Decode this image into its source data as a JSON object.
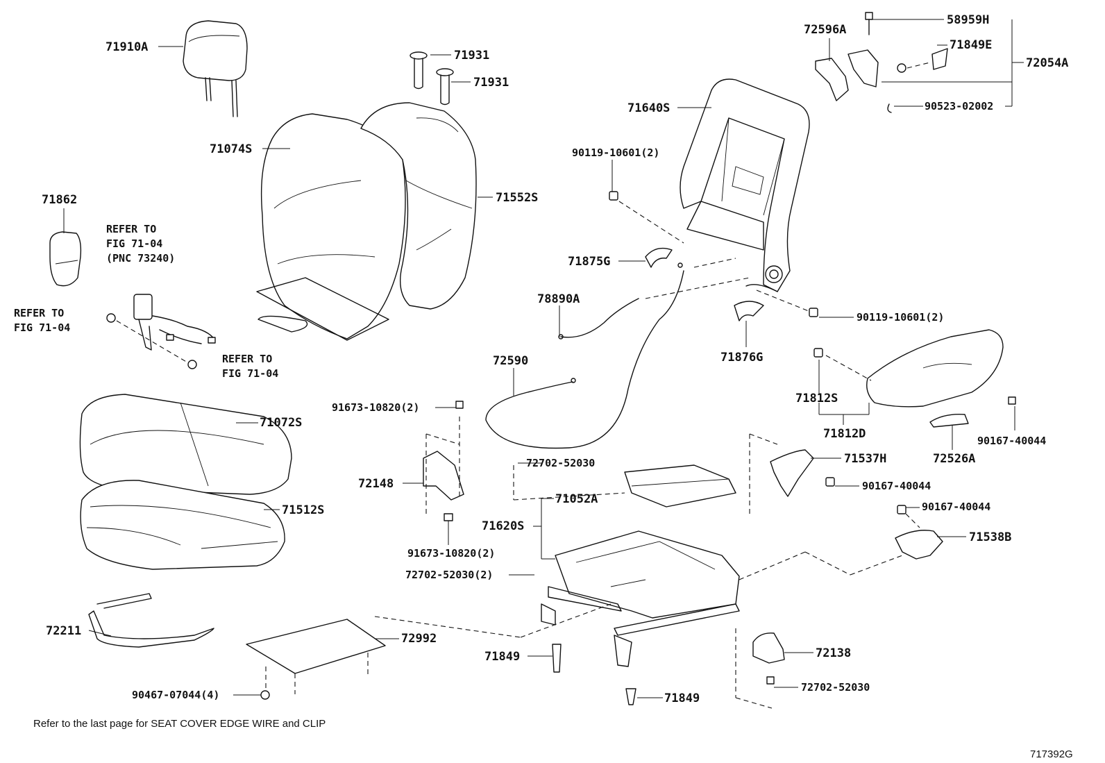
{
  "parts": {
    "p71910A": "71910A",
    "p71931a": "71931",
    "p71931b": "71931",
    "p71074S": "71074S",
    "p71552S": "71552S",
    "p71862": "71862",
    "p71072S": "71072S",
    "p71512S": "71512S",
    "p72211": "72211",
    "p72992": "72992",
    "p90467": "90467-07044(4)",
    "p72596A": "72596A",
    "p58959H": "58959H",
    "p71849E": "71849E",
    "p72054A": "72054A",
    "p90523": "90523-02002",
    "p71640S": "71640S",
    "p90119a": "90119-10601(2)",
    "p90119b": "90119-10601(2)",
    "p71875G": "71875G",
    "p78890A": "78890A",
    "p71876G": "71876G",
    "p72590": "72590",
    "p91673a": "91673-10820(2)",
    "p91673b": "91673-10820(2)",
    "p72148": "72148",
    "p72702a": "72702-52030",
    "p72702b": "72702-52030(2)",
    "p72702c": "72702-52030",
    "p71052A": "71052A",
    "p71620S": "71620S",
    "p71849a": "71849",
    "p71849b": "71849",
    "p72138": "72138",
    "p71812S": "71812S",
    "p71812D": "71812D",
    "p90167a": "90167-40044",
    "p90167b": "90167-40044",
    "p90167c": "90167-40044",
    "p72526A": "72526A",
    "p71537H": "71537H",
    "p71538B": "71538B"
  },
  "refs": {
    "seatbelt_l1": "REFER TO",
    "seatbelt_l2": "FIG 71-04",
    "seatbelt_l3": "(PNC 73240)",
    "left_l1": "REFER TO",
    "left_l2": "FIG 71-04",
    "nut_l1": "REFER TO",
    "nut_l2": "FIG 71-04"
  },
  "footer": {
    "note": "Refer to the last page for SEAT COVER EDGE WIRE and CLIP",
    "fig_id": "717392G"
  }
}
